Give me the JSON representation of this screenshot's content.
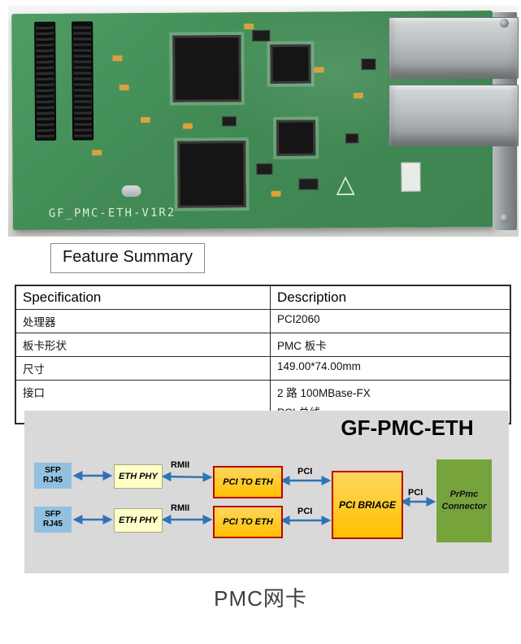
{
  "photo": {
    "board_label": "GF_PMC-ETH-V1R2"
  },
  "feature_summary": {
    "title": "Feature Summary"
  },
  "spec_table": {
    "headers": [
      "Specification",
      "Description"
    ],
    "rows": [
      {
        "spec": "处理器",
        "desc": "PCI2060"
      },
      {
        "spec": "板卡形状",
        "desc": "PMC 板卡"
      },
      {
        "spec": "尺寸",
        "desc": "149.00*74.00mm"
      },
      {
        "spec": "接口",
        "desc": "2 路 100MBase-FX",
        "desc2": "PCI 总线"
      }
    ]
  },
  "diagram": {
    "title": "GF-PMC-ETH",
    "blocks": {
      "sfp": "SFP\nRJ45",
      "eth_phy": "ETH PHY",
      "pci_to_eth": "PCI TO ETH",
      "pci_bridge": "PCI BRIAGE",
      "prpmc": "PrPmc\nConnector"
    },
    "bus_labels": {
      "rmii": "RMII",
      "pci": "PCI"
    },
    "colors": {
      "diagram_bg": "#d9d9d9",
      "sfp_fill": "#92c0e0",
      "phy_fill": "#ffffc8",
      "orange_fill": "#ffc000",
      "red_border": "#c00000",
      "green_fill": "#76a33c",
      "arrow": "#2e74b5"
    }
  },
  "caption": "PMC网卡"
}
